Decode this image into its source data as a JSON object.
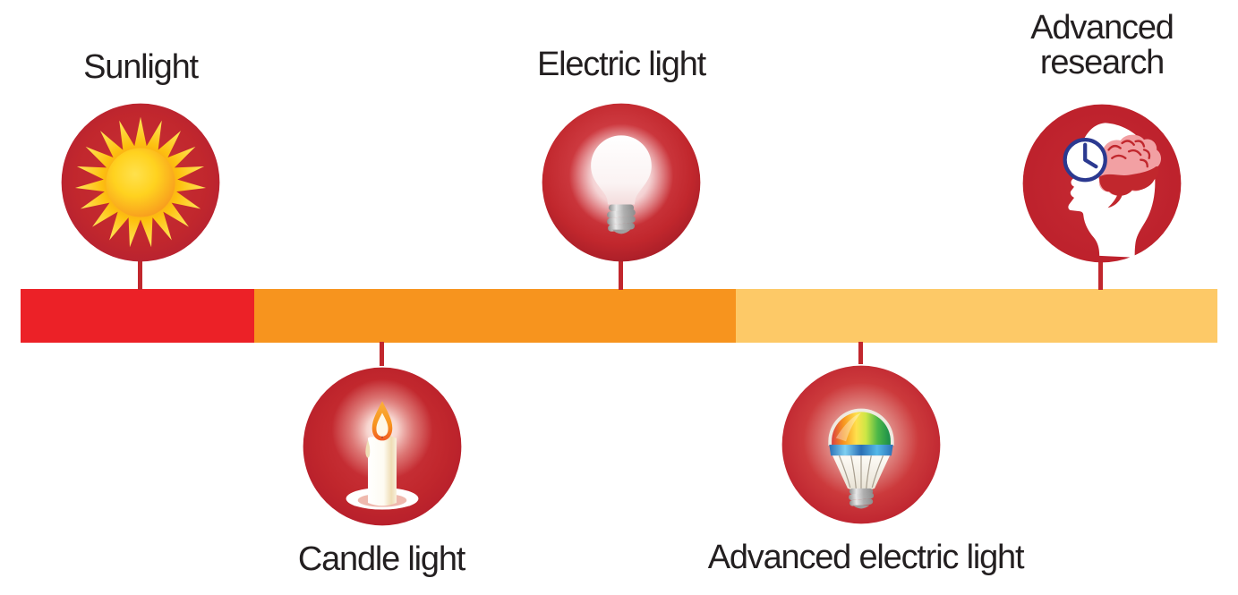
{
  "diagram": {
    "type": "timeline-infographic",
    "background_color": "#FFFFFF",
    "text_color": "#231F20",
    "bar": {
      "segments": [
        {
          "name": "sunlight-era",
          "color": "#EC2127"
        },
        {
          "name": "electric-era",
          "color": "#F7941E"
        },
        {
          "name": "advanced-era",
          "color": "#FDC967"
        }
      ],
      "connector_color": "#C1272D",
      "node_circle_color": "#C1272D"
    },
    "milestones": [
      {
        "label": "Sunlight",
        "side": "above",
        "icon": "sun-icon"
      },
      {
        "label": "Candle light",
        "side": "below",
        "icon": "candle-icon"
      },
      {
        "label": "Electric light",
        "side": "above",
        "icon": "incandescent-bulb-icon"
      },
      {
        "label": "Advanced electric light",
        "side": "below",
        "icon": "led-bulb-icon"
      },
      {
        "label": "Advanced research",
        "side": "above",
        "icon": "head-brain-clock-icon"
      }
    ]
  }
}
